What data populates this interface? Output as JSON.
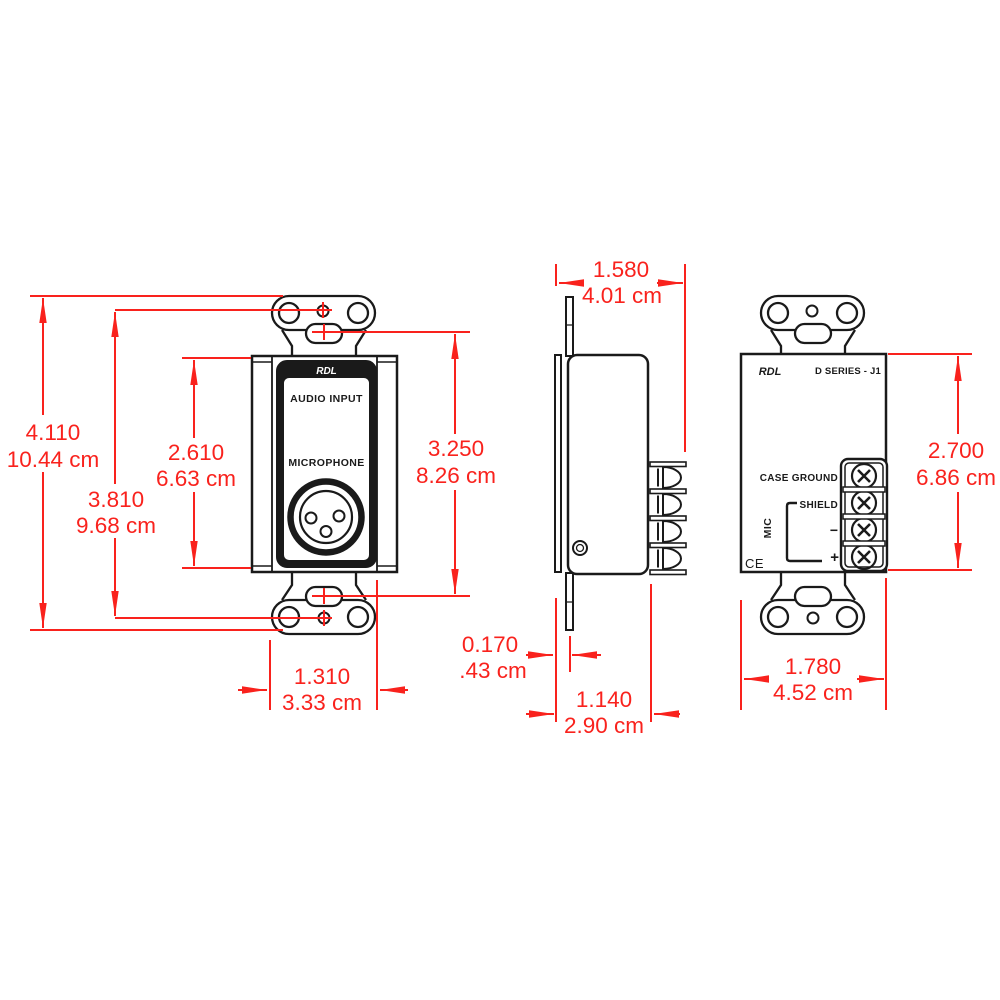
{
  "drawing": {
    "front": {
      "brand": "RDL",
      "audio_input": "AUDIO INPUT",
      "microphone": "MICROPHONE"
    },
    "back": {
      "brand": "RDL",
      "model": "D SERIES - J1",
      "terminals": [
        "CASE GROUND",
        "SHIELD",
        "−",
        "+"
      ],
      "group_label": "MIC",
      "ce_mark": "CE"
    },
    "dimensions": {
      "overall_height": {
        "in": "4.110",
        "cm": "10.44 cm"
      },
      "hole_spacing": {
        "in": "3.810",
        "cm": "9.68 cm"
      },
      "window_height": {
        "in": "2.610",
        "cm": "6.63 cm"
      },
      "slot_spacing": {
        "in": "3.250",
        "cm": "8.26 cm"
      },
      "total_depth": {
        "in": "1.580",
        "cm": "4.01 cm"
      },
      "plate_thickness": {
        "in": "0.170",
        "cm": ".43 cm"
      },
      "body_depth": {
        "in": "1.140",
        "cm": "2.90 cm"
      },
      "yoke_width": {
        "in": "1.310",
        "cm": "3.33 cm"
      },
      "plate_width": {
        "in": "1.780",
        "cm": "4.52 cm"
      },
      "back_height": {
        "in": "2.700",
        "cm": "6.86 cm"
      }
    },
    "colors": {
      "dimension": "#f9221d",
      "line": "#1a1a1a",
      "background": "#ffffff"
    }
  }
}
